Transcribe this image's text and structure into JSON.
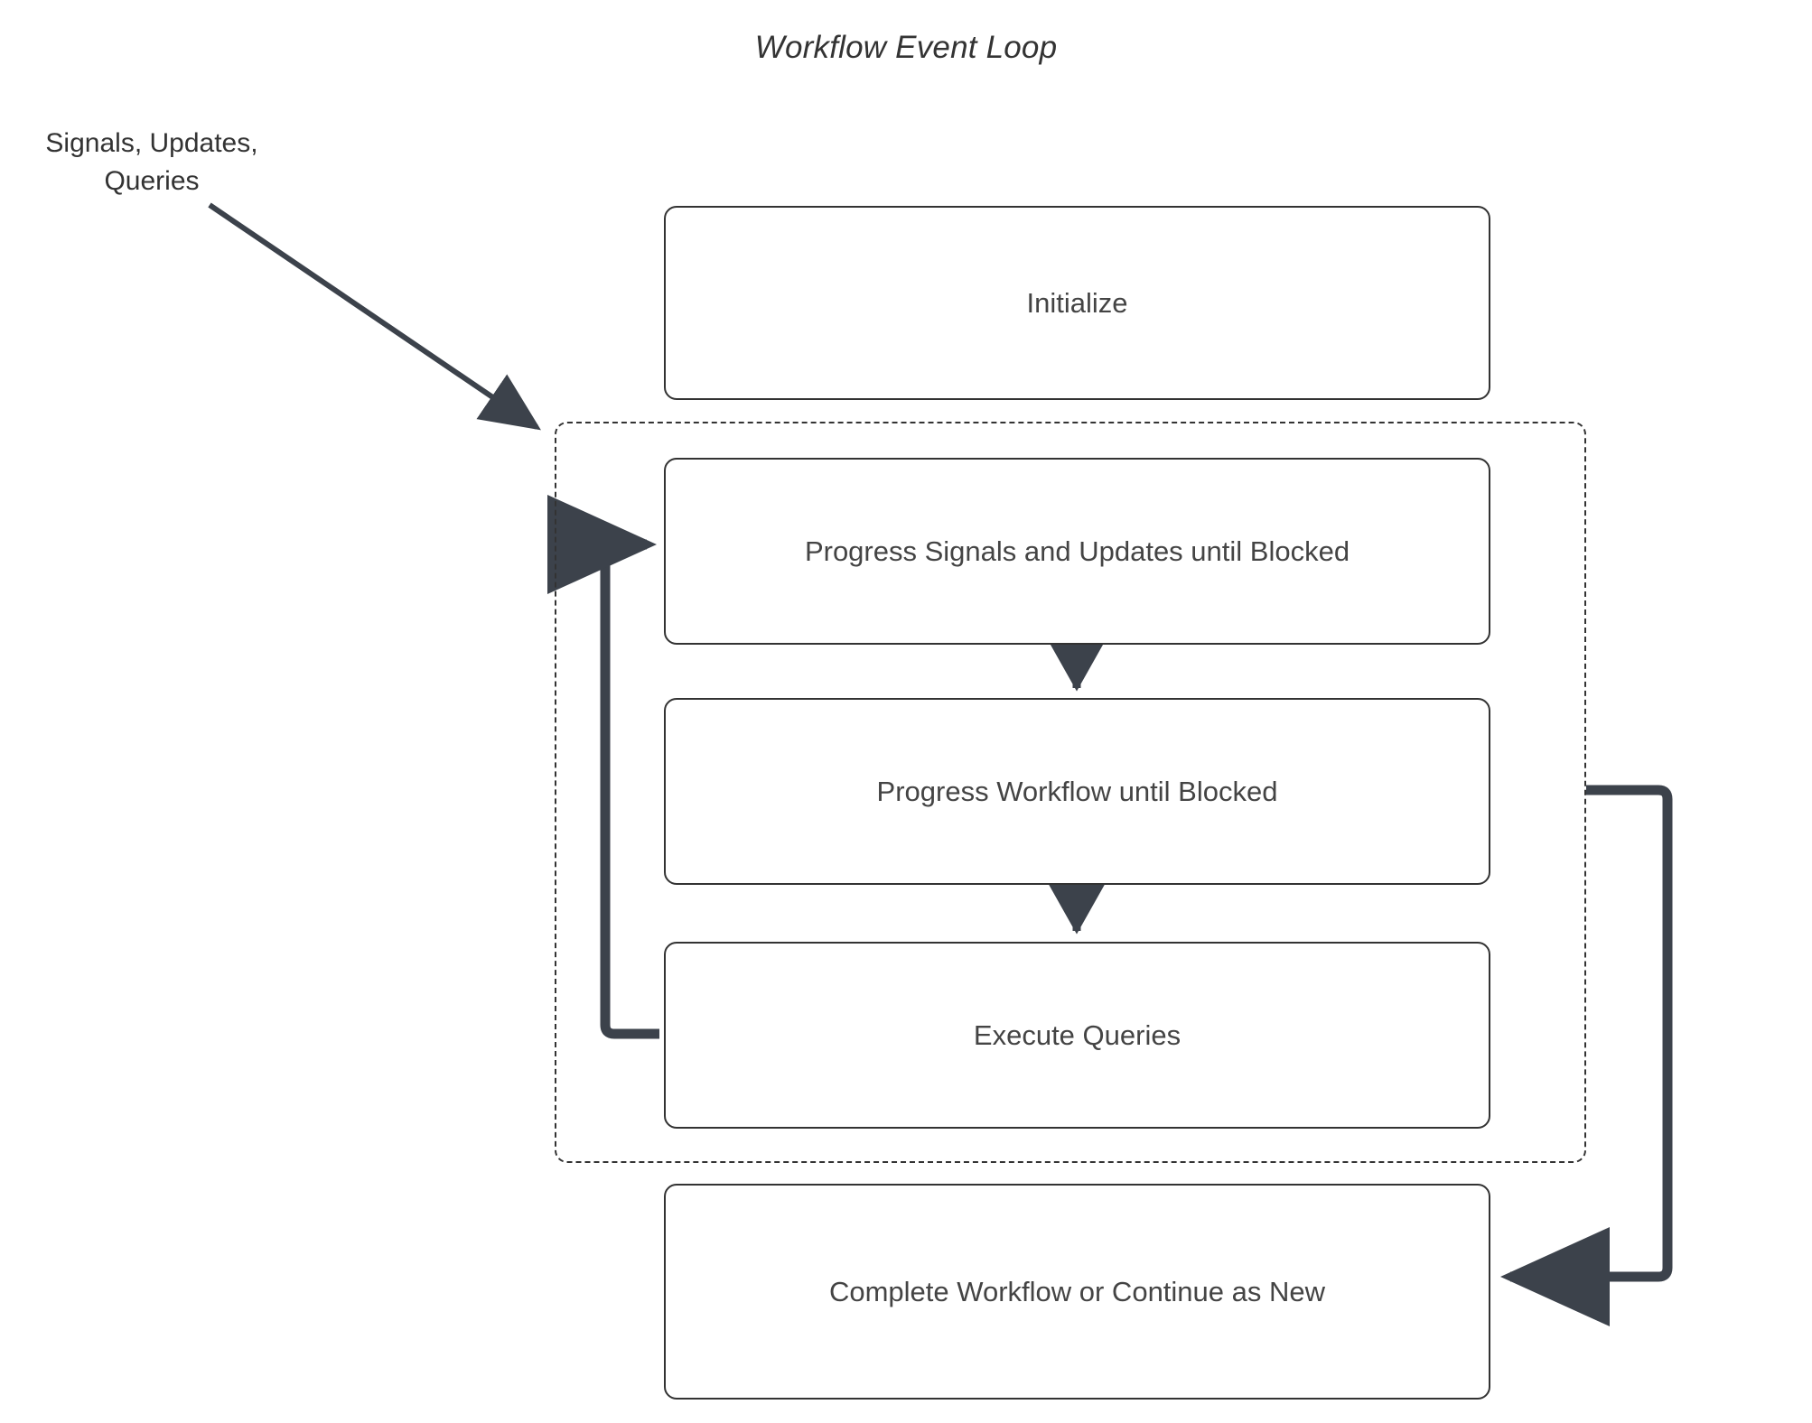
{
  "diagram": {
    "title": "Workflow Event Loop",
    "type": "flowchart",
    "background_color": "#ffffff",
    "node_border_color": "#333333",
    "node_text_color": "#444444",
    "edge_color": "#3c424b",
    "dashed_group_color": "#333333",
    "external_label": "Signals, Updates,\nQueries",
    "nodes": [
      {
        "id": "initialize",
        "label": "Initialize",
        "shape": "rounded-rect"
      },
      {
        "id": "progress-signals",
        "label": "Progress Signals and Updates until Blocked",
        "shape": "rounded-rect"
      },
      {
        "id": "progress-workflow",
        "label": "Progress Workflow until Blocked",
        "shape": "rounded-rect"
      },
      {
        "id": "execute-queries",
        "label": "Execute Queries",
        "shape": "rounded-rect"
      },
      {
        "id": "complete",
        "label": "Complete Workflow or Continue as New",
        "shape": "rounded-rect"
      }
    ],
    "group": {
      "id": "event-loop-group",
      "style": "dashed",
      "contains": [
        "progress-signals",
        "progress-workflow",
        "execute-queries"
      ]
    },
    "edges": [
      {
        "id": "signals-into-loop",
        "from": "external-label",
        "to": "event-loop-group",
        "style": "straight-arrow"
      },
      {
        "id": "signals-to-workflow",
        "from": "progress-signals",
        "to": "progress-workflow",
        "style": "vertical-arrow"
      },
      {
        "id": "workflow-to-queries",
        "from": "progress-workflow",
        "to": "execute-queries",
        "style": "vertical-arrow"
      },
      {
        "id": "queries-loop-back",
        "from": "execute-queries",
        "to": "progress-signals",
        "style": "left-loop-arrow"
      },
      {
        "id": "loop-to-complete",
        "from": "event-loop-group",
        "to": "complete",
        "style": "right-loop-arrow"
      }
    ]
  }
}
